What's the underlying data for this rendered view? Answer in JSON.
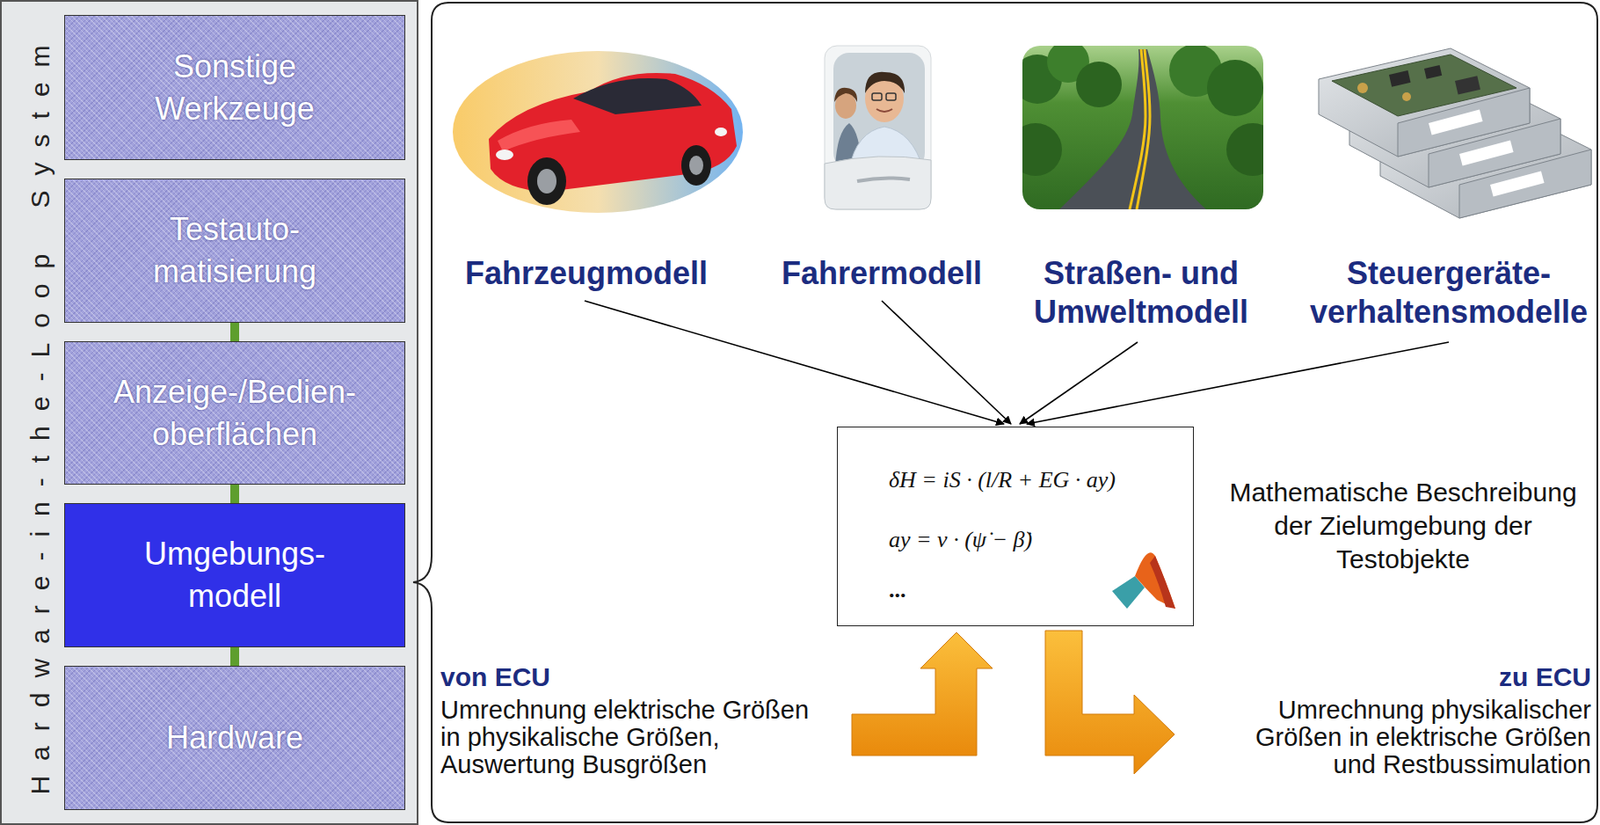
{
  "diagram": {
    "nodes": [
      {
        "text": [
          "Sonstige Werkzeuge"
        ]
      },
      {
        "text": [
          "Testauto- matisierung"
        ]
      },
      {
        "text": [
          "Anzeige-/Bedien- oberflächen"
        ]
      },
      {
        "text": [
          "Umgebungs- modell"
        ]
      },
      {
        "text": [
          "Hardware"
        ]
      },
      {
        "text": [
          "δH = iS · (l/R + EG · ay)",
          "ay = v · (ψ̇ − β̇)",
          "..."
        ]
      }
    ],
    "edges": [
      {
        "from": 1,
        "to": 2,
        "arrow": "none"
      },
      {
        "from": 2,
        "to": 3,
        "arrow": "none"
      },
      {
        "from": 3,
        "to": 4,
        "arrow": "none"
      }
    ],
    "labels": [
      "Hardware-in-the-Loop System",
      "Fahrzeugmodell",
      "Fahrermodell",
      "Straßen- und Umweltmodell",
      "Steuergeräte- verhaltensmodelle",
      "Mathematische Beschreibung der Zielumgebung der Testobjekte",
      "von ECU",
      "Umrechnung elektrische Größen in physikalische Größen, Auswertung Busgrößen",
      "zu ECU",
      "Umrechnung physikalischer Größen in elektrische Größen und Restbussimulation"
    ]
  }
}
